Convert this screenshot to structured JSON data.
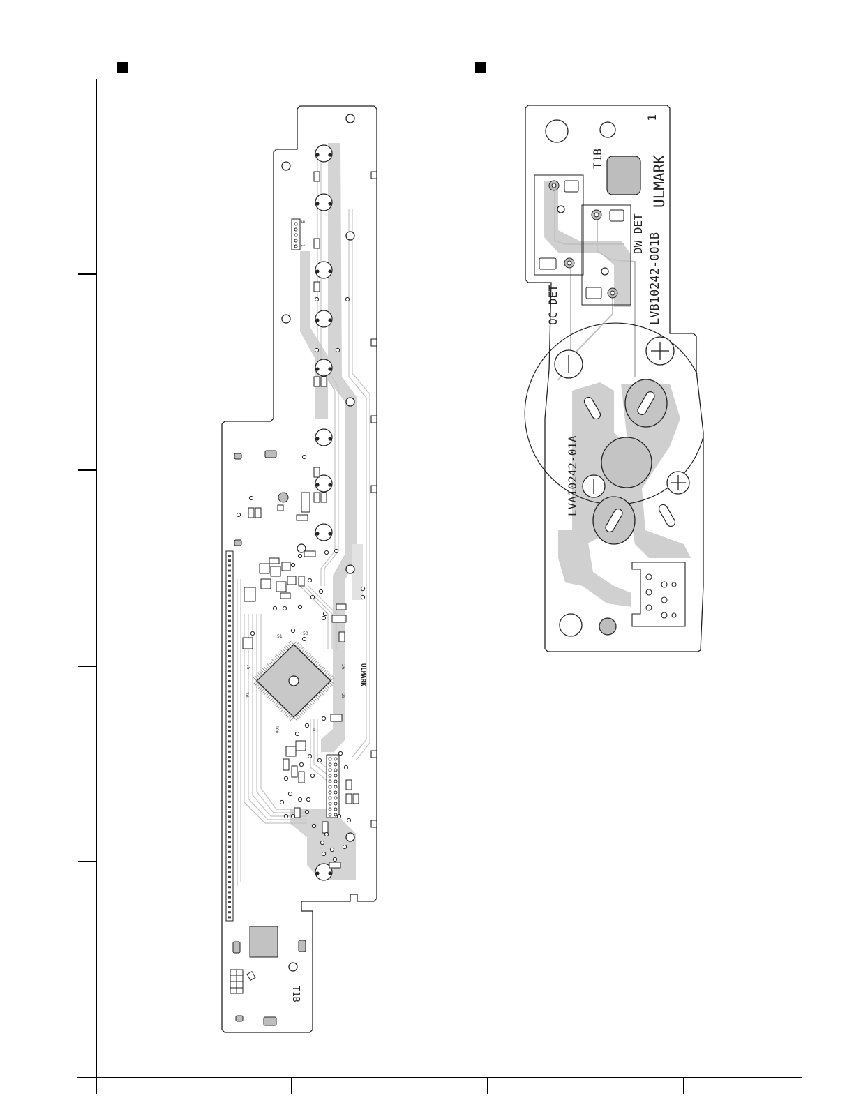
{
  "boards": {
    "main": {
      "silk": {
        "t1b": "T1B",
        "ulmark": "ULMARK",
        "pins": [
          "51",
          "50",
          "75",
          "76",
          "26",
          "25",
          "100",
          "1",
          "5",
          "1"
        ]
      }
    },
    "det": {
      "silk": {
        "pin1": "1",
        "t1b": "T1B",
        "ulmark": "ULMARK",
        "oc_det": "OC DET",
        "dw_det": "DW DET",
        "part_b": "LVB10242-001B",
        "part_a": "LVA10242-01A"
      }
    }
  },
  "colors": {
    "ink": "#222222",
    "copper": "#d2d2d2",
    "pad": "#bdbdbd"
  }
}
